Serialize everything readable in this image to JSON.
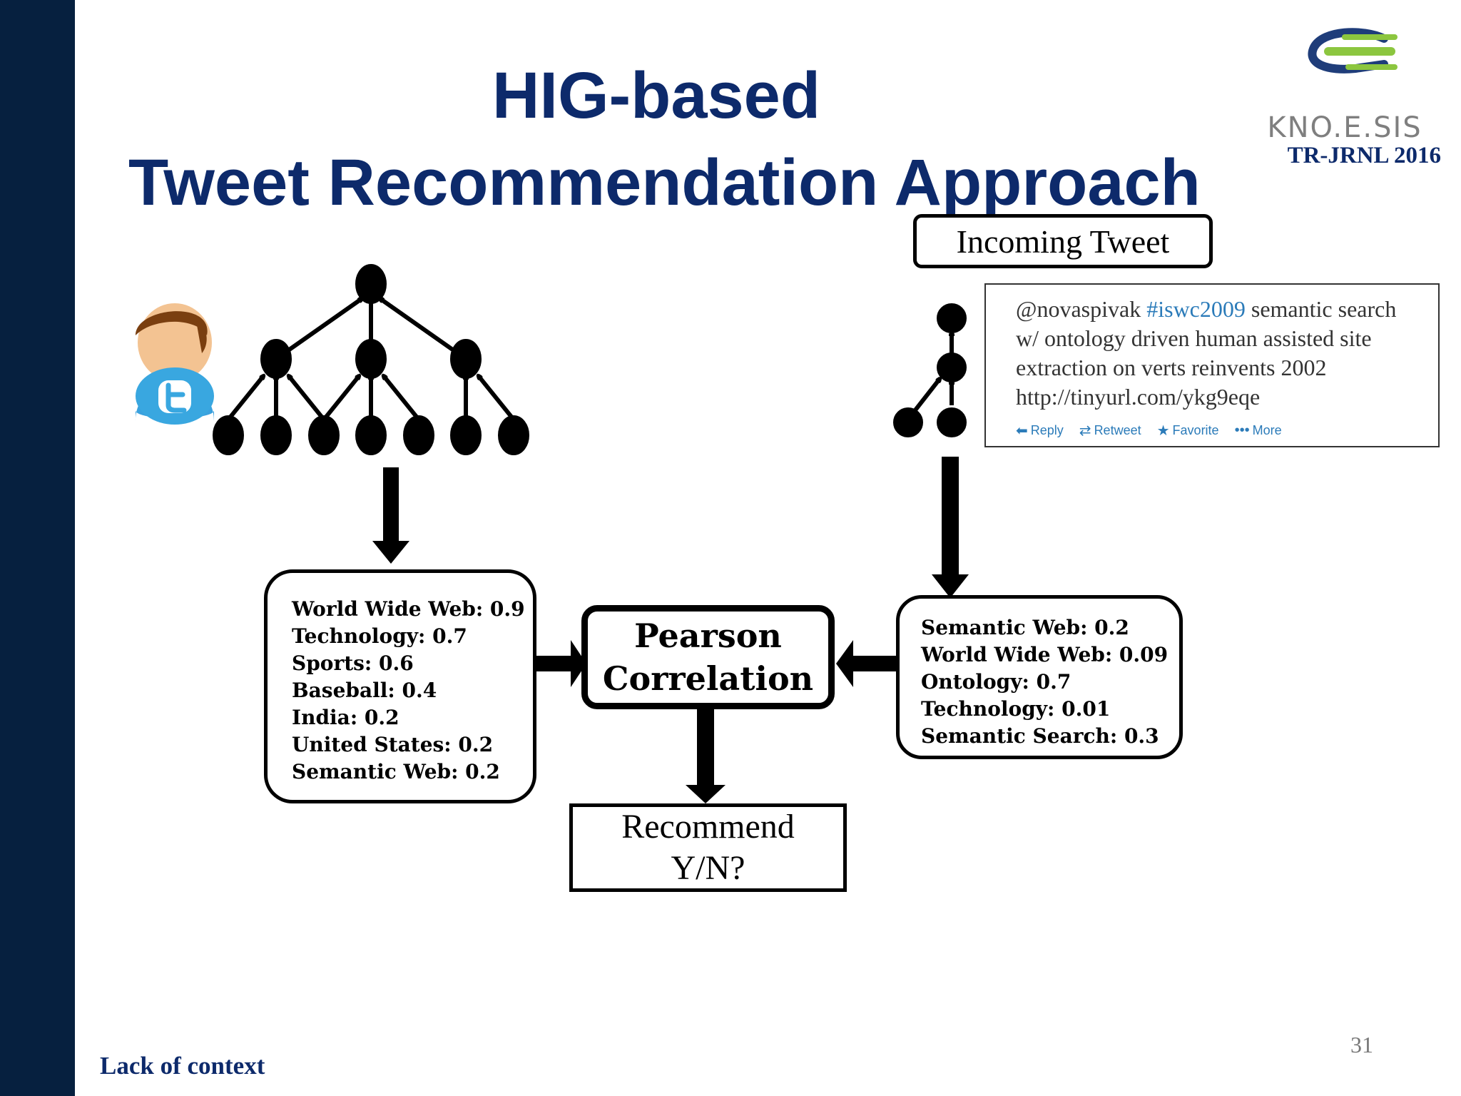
{
  "slide": {
    "title_line1": "HIG-based",
    "title_line2": "Tweet Recommendation Approach",
    "report_tag": "TR-JRNL 2016",
    "footer": "Lack of context",
    "page_number": "31"
  },
  "logo": {
    "text": "KNO.E.SIS",
    "colors": {
      "blue": "#1f3d7a",
      "green": "#8cc63f",
      "gray": "#7f7f7f"
    }
  },
  "incoming": {
    "label": "Incoming Tweet"
  },
  "tweet": {
    "handle": "@novaspivak",
    "hashtag": "#iswc2009",
    "line1_rest": " semantic search",
    "line2": "w/ ontology driven human assisted site",
    "line3": "extraction on verts reinvents 2002",
    "line4": "http://tinyurl.com/ykg9eqe",
    "actions": [
      {
        "icon": "reply-icon",
        "label": "Reply"
      },
      {
        "icon": "retweet-icon",
        "label": "Retweet"
      },
      {
        "icon": "star-icon",
        "label": "Favorite"
      },
      {
        "icon": "more-icon",
        "label": "More"
      }
    ]
  },
  "user_profile": {
    "avatar": "twitter-user-avatar",
    "lines": [
      "World Wide Web: 0.9",
      "Technology: 0.7",
      "Sports: 0.6",
      "Baseball: 0.4",
      "India: 0.2",
      "United States: 0.2",
      "Semantic Web: 0.2"
    ]
  },
  "tweet_profile": {
    "lines": [
      "Semantic Web: 0.2",
      "World Wide Web: 0.09",
      "Ontology: 0.7",
      "Technology: 0.01",
      "Semantic Search: 0.3"
    ]
  },
  "pearson": {
    "line1": "Pearson",
    "line2": "Correlation"
  },
  "recommend": {
    "line1": "Recommend",
    "line2": "Y/N?"
  },
  "colors": {
    "title": "#0d2a6b",
    "sidebar": "#06203f",
    "link": "#2b7bb9"
  }
}
